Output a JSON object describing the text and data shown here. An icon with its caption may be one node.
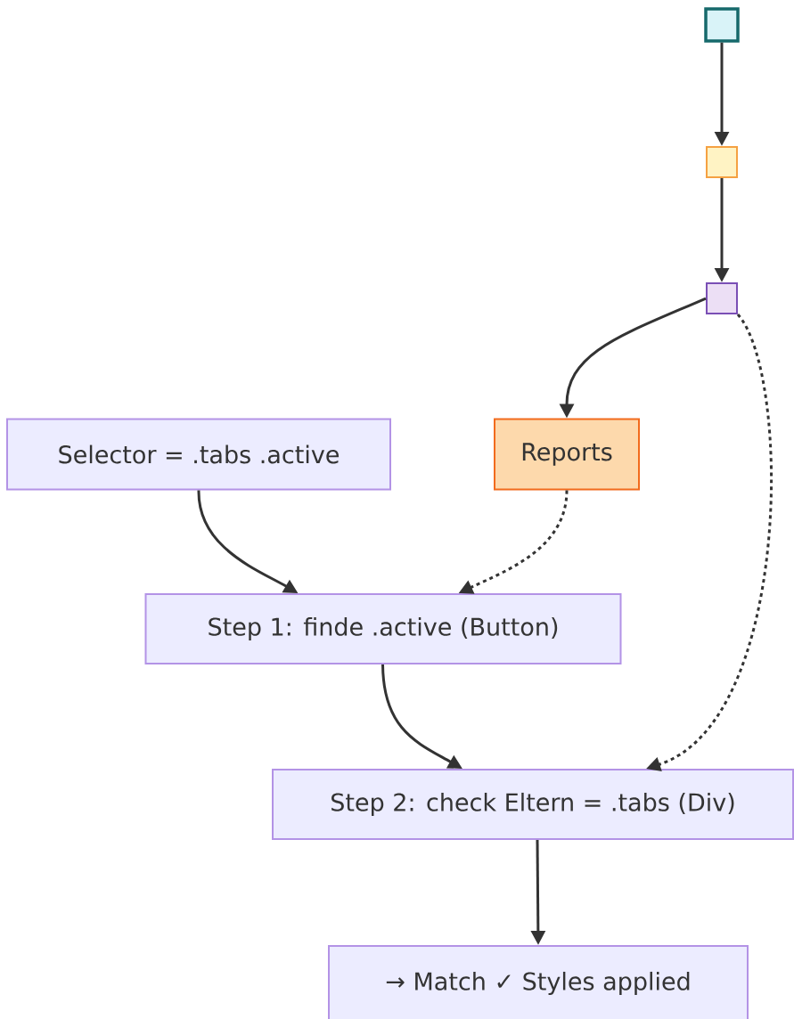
{
  "diagram": {
    "nodes": [
      {
        "text": [],
        "shape": "box"
      },
      {
        "text": [],
        "shape": "box"
      },
      {
        "text": [],
        "shape": "box"
      },
      {
        "text": [
          "Selector = .tabs .active"
        ]
      },
      {
        "text": [
          "Reports"
        ]
      },
      {
        "text": [
          "Step 1: finde .active (Button)"
        ]
      },
      {
        "text": [
          "Step 2: check Eltern = .tabs (Div)"
        ]
      },
      {
        "text": [
          "→ Match ✓ Styles applied"
        ]
      }
    ],
    "edges": [
      {
        "from": 0,
        "to": 1,
        "arrow": "to"
      },
      {
        "from": 1,
        "to": 2,
        "arrow": "to"
      },
      {
        "from": 2,
        "to": 4,
        "arrow": "to"
      },
      {
        "from": 2,
        "to": 6,
        "arrow": "to",
        "style": "dashed"
      },
      {
        "from": 3,
        "to": 5,
        "arrow": "to"
      },
      {
        "from": 4,
        "to": 5,
        "arrow": "to",
        "style": "dashed"
      },
      {
        "from": 5,
        "to": 6,
        "arrow": "to"
      },
      {
        "from": 6,
        "to": 7,
        "arrow": "to"
      }
    ]
  }
}
